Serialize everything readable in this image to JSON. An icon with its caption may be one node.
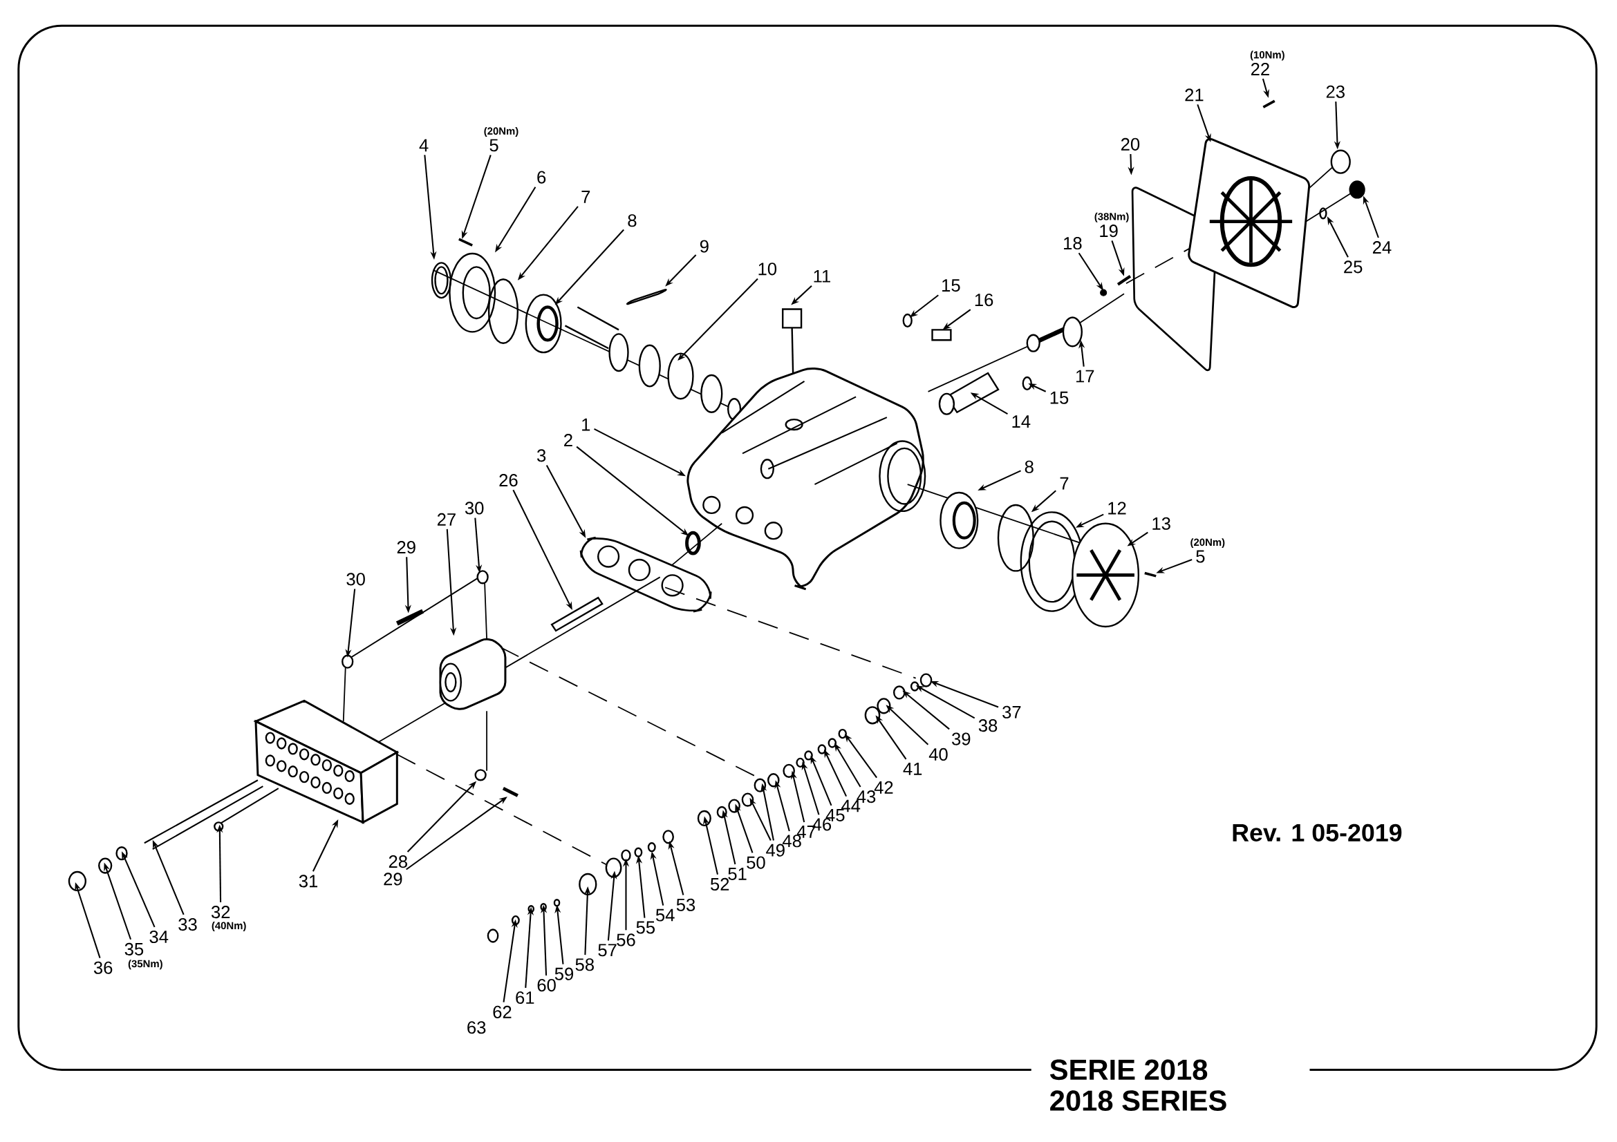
{
  "diagram": {
    "nodes": [
      {
        "text": [
          "1"
        ]
      },
      {
        "text": [
          "2"
        ]
      },
      {
        "text": [
          "3"
        ]
      },
      {
        "text": [
          "4"
        ]
      },
      {
        "text": [
          "5"
        ],
        "beside": [
          "(20Nm)"
        ]
      },
      {
        "text": [
          "6"
        ]
      },
      {
        "text": [
          "7"
        ]
      },
      {
        "text": [
          "8"
        ]
      },
      {
        "text": [
          "9"
        ]
      },
      {
        "text": [
          "10"
        ]
      },
      {
        "text": [
          "11"
        ]
      },
      {
        "text": [
          "12"
        ]
      },
      {
        "text": [
          "13"
        ]
      },
      {
        "text": [
          "14"
        ]
      },
      {
        "text": [
          "15"
        ]
      },
      {
        "text": [
          "15"
        ]
      },
      {
        "text": [
          "16"
        ]
      },
      {
        "text": [
          "17"
        ]
      },
      {
        "text": [
          "18"
        ]
      },
      {
        "text": [
          "19"
        ],
        "beside": [
          "(38Nm)"
        ]
      },
      {
        "text": [
          "20"
        ]
      },
      {
        "text": [
          "21"
        ]
      },
      {
        "text": [
          "22"
        ],
        "beside": [
          "(10Nm)"
        ]
      },
      {
        "text": [
          "23"
        ]
      },
      {
        "text": [
          "24"
        ]
      },
      {
        "text": [
          "25"
        ]
      },
      {
        "text": [
          "5"
        ],
        "beside": [
          "(20Nm)"
        ]
      },
      {
        "text": [
          "8"
        ]
      },
      {
        "text": [
          "7"
        ]
      },
      {
        "text": [
          "26"
        ]
      },
      {
        "text": [
          "27"
        ]
      },
      {
        "text": [
          "30"
        ]
      },
      {
        "text": [
          "29"
        ]
      },
      {
        "text": [
          "30"
        ]
      },
      {
        "text": [
          "28"
        ]
      },
      {
        "text": [
          "29"
        ]
      },
      {
        "text": [
          "31"
        ]
      },
      {
        "text": [
          "32"
        ],
        "beside": [
          "(40Nm)"
        ]
      },
      {
        "text": [
          "33"
        ]
      },
      {
        "text": [
          "34"
        ]
      },
      {
        "text": [
          "35"
        ],
        "beside": [
          "(35Nm)"
        ]
      },
      {
        "text": [
          "36"
        ]
      },
      {
        "text": [
          "37"
        ]
      },
      {
        "text": [
          "38"
        ]
      },
      {
        "text": [
          "39"
        ]
      },
      {
        "text": [
          "40"
        ]
      },
      {
        "text": [
          "41"
        ]
      },
      {
        "text": [
          "42"
        ]
      },
      {
        "text": [
          "43"
        ]
      },
      {
        "text": [
          "44"
        ]
      },
      {
        "text": [
          "45"
        ]
      },
      {
        "text": [
          "46"
        ]
      },
      {
        "text": [
          "47"
        ]
      },
      {
        "text": [
          "48"
        ]
      },
      {
        "text": [
          "49"
        ]
      },
      {
        "text": [
          "50"
        ]
      },
      {
        "text": [
          "51"
        ]
      },
      {
        "text": [
          "52"
        ]
      },
      {
        "text": [
          "53"
        ]
      },
      {
        "text": [
          "54"
        ]
      },
      {
        "text": [
          "55"
        ]
      },
      {
        "text": [
          "56"
        ]
      },
      {
        "text": [
          "57"
        ]
      },
      {
        "text": [
          "58"
        ]
      },
      {
        "text": [
          "59"
        ]
      },
      {
        "text": [
          "60"
        ]
      },
      {
        "text": [
          "61"
        ]
      },
      {
        "text": [
          "62"
        ]
      },
      {
        "text": [
          "63"
        ]
      }
    ],
    "edges": [
      {
        "from": 0,
        "to": null,
        "arrow": "to"
      },
      {
        "from": 1,
        "to": null,
        "arrow": "to"
      },
      {
        "from": 2,
        "to": null,
        "arrow": "to"
      },
      {
        "from": 3,
        "to": null,
        "arrow": "to"
      },
      {
        "from": 4,
        "to": null,
        "arrow": "to"
      },
      {
        "from": 5,
        "to": null,
        "arrow": "to"
      },
      {
        "from": 6,
        "to": null,
        "arrow": "to"
      },
      {
        "from": 7,
        "to": null,
        "arrow": "to"
      },
      {
        "from": 8,
        "to": null,
        "arrow": "to"
      },
      {
        "from": 9,
        "to": null,
        "arrow": "to"
      },
      {
        "from": 10,
        "to": null,
        "arrow": "to"
      },
      {
        "from": 11,
        "to": null,
        "arrow": "to"
      },
      {
        "from": 12,
        "to": null,
        "arrow": "to"
      },
      {
        "from": 13,
        "to": null,
        "arrow": "to"
      },
      {
        "from": 14,
        "to": null,
        "arrow": "to"
      },
      {
        "from": 15,
        "to": null,
        "arrow": "to"
      },
      {
        "from": 16,
        "to": null,
        "arrow": "to"
      },
      {
        "from": 17,
        "to": null,
        "arrow": "to"
      },
      {
        "from": 18,
        "to": null,
        "arrow": "to"
      },
      {
        "from": 19,
        "to": null,
        "arrow": "to"
      },
      {
        "from": 20,
        "to": null,
        "arrow": "to"
      },
      {
        "from": 21,
        "to": null,
        "arrow": "to"
      },
      {
        "from": 22,
        "to": null,
        "arrow": "to"
      },
      {
        "from": 23,
        "to": null,
        "arrow": "to"
      },
      {
        "from": 24,
        "to": null,
        "arrow": "to"
      },
      {
        "from": 25,
        "to": null,
        "arrow": "to"
      },
      {
        "from": 26,
        "to": null,
        "arrow": "to"
      },
      {
        "from": 27,
        "to": null,
        "arrow": "to"
      },
      {
        "from": 28,
        "to": null,
        "arrow": "to"
      },
      {
        "from": 29,
        "to": null,
        "arrow": "to"
      },
      {
        "from": 30,
        "to": null,
        "arrow": "to"
      },
      {
        "from": 31,
        "to": null,
        "arrow": "to"
      },
      {
        "from": 32,
        "to": null,
        "arrow": "to"
      },
      {
        "from": 33,
        "to": null,
        "arrow": "to"
      },
      {
        "from": 34,
        "to": null,
        "arrow": "to"
      },
      {
        "from": 35,
        "to": null,
        "arrow": "to"
      },
      {
        "from": 36,
        "to": null,
        "arrow": "to"
      },
      {
        "from": 37,
        "to": null,
        "arrow": "to"
      },
      {
        "from": 38,
        "to": null,
        "arrow": "to"
      },
      {
        "from": 39,
        "to": null,
        "arrow": "to"
      },
      {
        "from": 40,
        "to": null,
        "arrow": "to"
      },
      {
        "from": 41,
        "to": null,
        "arrow": "to"
      },
      {
        "from": 42,
        "to": null,
        "arrow": "to"
      },
      {
        "from": 43,
        "to": null,
        "arrow": "to"
      },
      {
        "from": 44,
        "to": null,
        "arrow": "to"
      },
      {
        "from": 45,
        "to": null,
        "arrow": "to"
      },
      {
        "from": 46,
        "to": null,
        "arrow": "to"
      },
      {
        "from": 47,
        "to": null,
        "arrow": "to"
      },
      {
        "from": 48,
        "to": null,
        "arrow": "to"
      },
      {
        "from": 49,
        "to": null,
        "arrow": "to"
      },
      {
        "from": 50,
        "to": null,
        "arrow": "to"
      },
      {
        "from": 51,
        "to": null,
        "arrow": "to"
      },
      {
        "from": 52,
        "to": null,
        "arrow": "to"
      },
      {
        "from": 53,
        "to": null,
        "arrow": "to"
      },
      {
        "from": 54,
        "to": null,
        "arrow": "to"
      },
      {
        "from": 54,
        "to": null,
        "arrow": "to"
      },
      {
        "from": 55,
        "to": null,
        "arrow": "to"
      },
      {
        "from": 56,
        "to": null,
        "arrow": "to"
      },
      {
        "from": 57,
        "to": null,
        "arrow": "to"
      },
      {
        "from": 58,
        "to": null,
        "arrow": "to"
      },
      {
        "from": 59,
        "to": null,
        "arrow": "to"
      },
      {
        "from": 60,
        "to": null,
        "arrow": "to"
      },
      {
        "from": 61,
        "to": null,
        "arrow": "to"
      },
      {
        "from": 62,
        "to": null,
        "arrow": "to"
      },
      {
        "from": 63,
        "to": null,
        "arrow": "to"
      },
      {
        "from": 64,
        "to": null,
        "arrow": "to"
      },
      {
        "from": 65,
        "to": null,
        "arrow": "to"
      },
      {
        "from": 66,
        "to": null,
        "arrow": "to"
      },
      {
        "from": 67,
        "to": null,
        "arrow": "to"
      }
    ],
    "labels": [
      "Rev. 1 05-2019",
      "SERIE 2018",
      "2018 SERIES"
    ]
  }
}
